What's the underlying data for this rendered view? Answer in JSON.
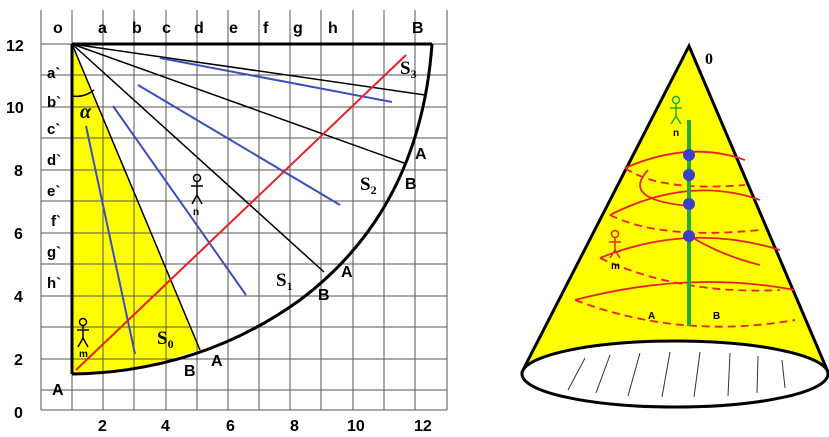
{
  "left_diagram": {
    "top_labels": [
      "o",
      "a",
      "b",
      "c",
      "d",
      "e",
      "f",
      "g",
      "h",
      "B"
    ],
    "y_ticks": [
      "12",
      "10",
      "8",
      "6",
      "4",
      "2",
      "0"
    ],
    "x_ticks": [
      "2",
      "4",
      "6",
      "8",
      "10",
      "12"
    ],
    "generator_labels": [
      "a`",
      "b`",
      "c`",
      "d`",
      "e`",
      "f`",
      "g`",
      "h`"
    ],
    "angle_label": "α",
    "sections": {
      "s0": "S",
      "s0_sub": "0",
      "s1": "S",
      "s1_sub": "1",
      "s2": "S",
      "s2_sub": "2",
      "s3": "S",
      "s3_sub": "3"
    },
    "points": {
      "A": "A",
      "B": "B"
    },
    "persons": {
      "m": "m",
      "n": "n"
    },
    "colors": {
      "yellow": "#ffff00",
      "blue": "#3a4fc0",
      "red": "#e8202a",
      "grid": "#555555"
    }
  },
  "right_diagram": {
    "apex_label": "0",
    "points": {
      "A": "A",
      "B": "B"
    },
    "persons": {
      "m": "m",
      "n": "n"
    },
    "colors": {
      "cone": "#ffff00",
      "axis": "#22aa33",
      "helix": "#e8202a",
      "dots": "#3a3fd0"
    }
  }
}
